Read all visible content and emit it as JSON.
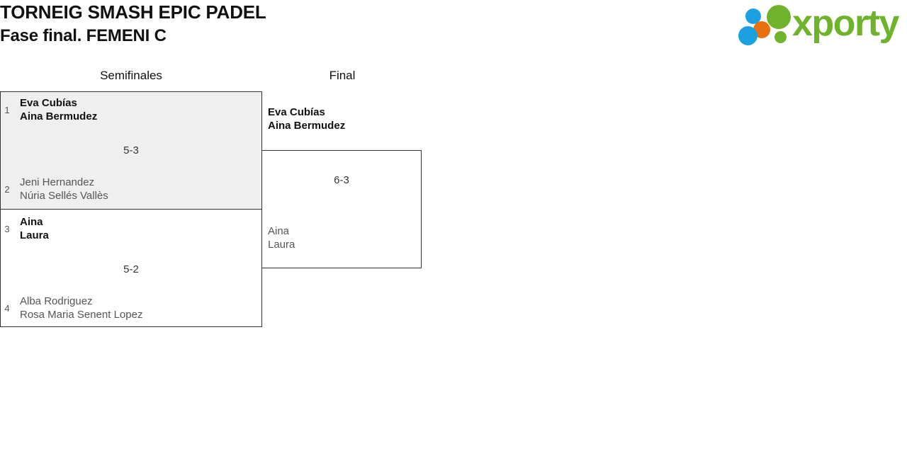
{
  "header": {
    "tournament_title": "TORNEIG SMASH EPIC PADEL",
    "phase_subtitle": "Fase final. FEMENI C",
    "logo": {
      "wordmark": "xporty",
      "wordmark_color": "#6fb22c",
      "dot_blue": "#1ba0e2",
      "dot_orange": "#e8700f",
      "dot_green": "#6fb22c"
    }
  },
  "bracket": {
    "rounds": [
      {
        "id": "semifinales",
        "label": "Semifinales",
        "matches": [
          {
            "id": "sf1",
            "score": "5-3",
            "teams": [
              {
                "seed": "1",
                "player1": "Eva Cubías",
                "player2": "Aina Bermudez",
                "result": "winner"
              },
              {
                "seed": "2",
                "player1": "Jeni Hernandez",
                "player2": "Núria Sellés Vallès",
                "result": "loser"
              }
            ]
          },
          {
            "id": "sf2",
            "score": "5-2",
            "teams": [
              {
                "seed": "3",
                "player1": "Aina",
                "player2": "Laura",
                "result": "winner"
              },
              {
                "seed": "4",
                "player1": "Alba Rodriguez",
                "player2": "Rosa Maria Senent Lopez",
                "result": "loser"
              }
            ]
          }
        ]
      },
      {
        "id": "final",
        "label": "Final",
        "matches": [
          {
            "id": "f1",
            "score": "6-3",
            "teams": [
              {
                "seed": "",
                "player1": "Eva Cubías",
                "player2": "Aina Bermudez",
                "result": "winner"
              },
              {
                "seed": "",
                "player1": "Aina",
                "player2": "Laura",
                "result": "loser"
              }
            ]
          }
        ]
      }
    ]
  }
}
